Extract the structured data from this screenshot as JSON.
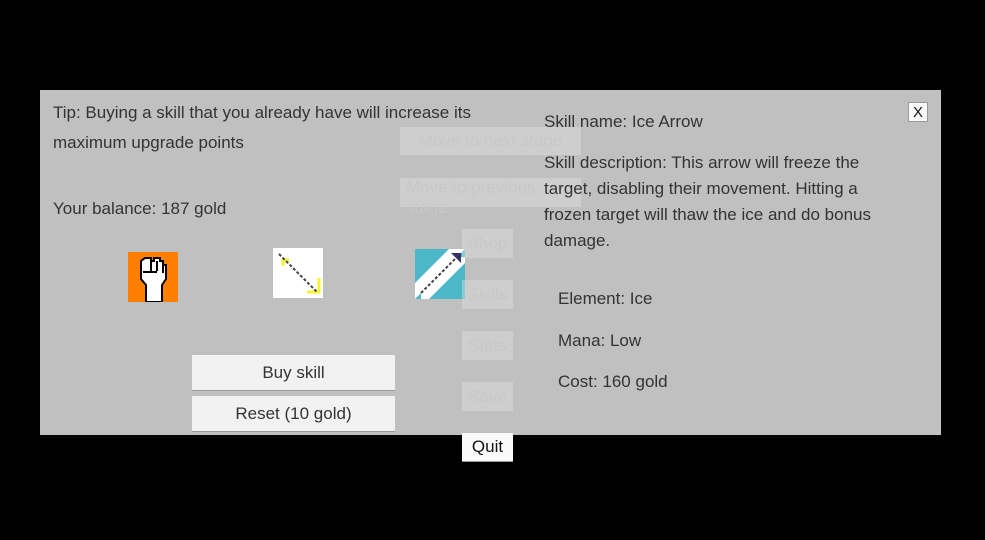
{
  "tip": "Tip: Buying a skill that you already have will increase its maximum upgrade points",
  "balance": "Your balance: 187 gold",
  "nav": {
    "next": "Move to next stage",
    "previous": "Move to previous stage",
    "shop": "Shop",
    "skills": "Skills",
    "stats": "Stats",
    "save": "Save",
    "quit": "Quit"
  },
  "buttons": {
    "buy": "Buy skill",
    "reset": "Reset (10 gold)",
    "close": "X"
  },
  "skill": {
    "name": "Skill name: Ice Arrow",
    "description": "Skill description: This arrow will freeze the target, disabling their movement. Hitting a frozen target will thaw the ice and do bonus damage.",
    "element": "Element: Ice",
    "mana": "Mana: Low",
    "cost": "Cost: 160 gold"
  },
  "icons": [
    "fist-skill-icon",
    "ice-arrow-skill-icon",
    "arrow-skill-icon"
  ]
}
